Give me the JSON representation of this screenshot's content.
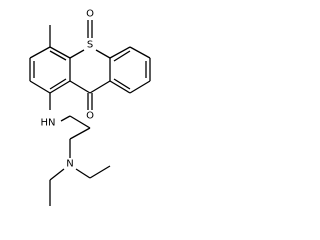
{
  "diagram": {
    "type": "chemical-structure",
    "atoms": {
      "S": "S",
      "O_sulfoxide": "O",
      "O_ketone": "O",
      "NH": "HN",
      "N_amine": "N"
    },
    "colors": {
      "bond": "#000000",
      "background": "#ffffff",
      "text": "#000000"
    }
  }
}
